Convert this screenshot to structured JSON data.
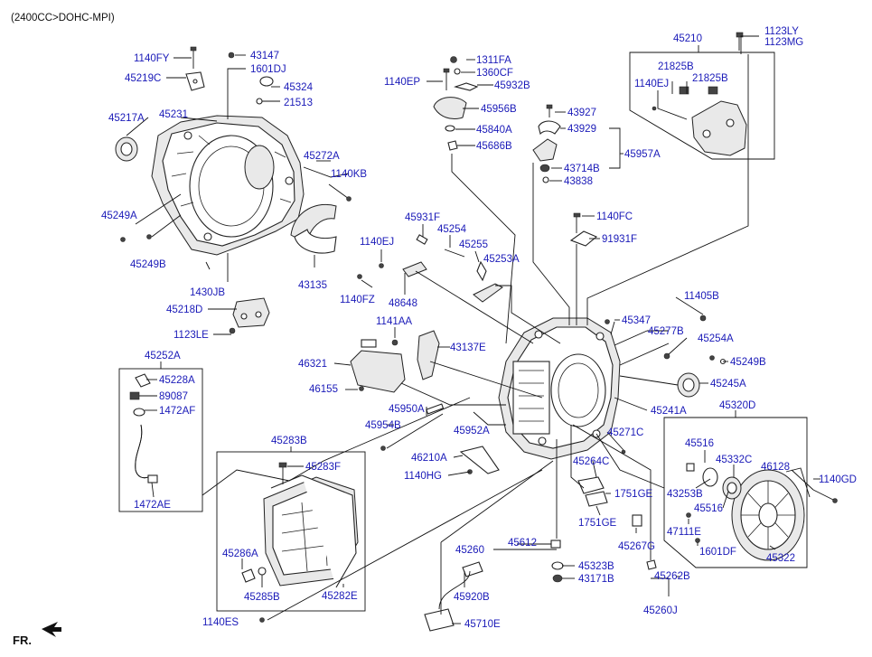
{
  "header": {
    "engine_spec": "(2400CC>DOHC-MPI)"
  },
  "footer": {
    "direction_label": "FR."
  },
  "labels": {
    "l45210": "45210",
    "l1123LY": "1123LY",
    "l1123MG": "1123MG",
    "l21825B_a": "21825B",
    "l21825B_b": "21825B",
    "l1140EJ_top": "1140EJ",
    "l1140FY": "1140FY",
    "l43147": "43147",
    "l1601DJ": "1601DJ",
    "l45219C": "45219C",
    "l45324": "45324",
    "l21513": "21513",
    "l45217A": "45217A",
    "l45231": "45231",
    "l45272A": "45272A",
    "l1140KB": "1140KB",
    "l45249A": "45249A",
    "l45249B_left": "45249B",
    "l1430JB": "1430JB",
    "l45218D": "45218D",
    "l1123LE": "1123LE",
    "l1311FA": "1311FA",
    "l1360CF": "1360CF",
    "l1140EP": "1140EP",
    "l45932B": "45932B",
    "l45956B": "45956B",
    "l45840A": "45840A",
    "l45686B": "45686B",
    "l43927": "43927",
    "l43929": "43929",
    "l45957A": "45957A",
    "l43714B": "43714B",
    "l43838": "43838",
    "l1140FC": "1140FC",
    "l91931F": "91931F",
    "l45931F": "45931F",
    "l45254": "45254",
    "l45255": "45255",
    "l45253A": "45253A",
    "l1140EJ_mid": "1140EJ",
    "l43135": "43135",
    "l1140FZ": "1140FZ",
    "l48648": "48648",
    "l11405B": "11405B",
    "l45347": "45347",
    "l45277B": "45277B",
    "l45254A": "45254A",
    "l45249B_right": "45249B",
    "l1141AA": "1141AA",
    "l43137E": "43137E",
    "l46321": "46321",
    "l46155": "46155",
    "l45245A": "45245A",
    "l45241A": "45241A",
    "l45252A": "45252A",
    "l45228A": "45228A",
    "l89087": "89087",
    "l1472AF": "1472AF",
    "l1472AE": "1472AE",
    "l45950A": "45950A",
    "l45954B": "45954B",
    "l45952A": "45952A",
    "l45271C": "45271C",
    "l45320D": "45320D",
    "l45283B": "45283B",
    "l45283F": "45283F",
    "l46210A": "46210A",
    "l1140HG": "1140HG",
    "l45264C": "45264C",
    "l45516_a": "45516",
    "l45332C": "45332C",
    "l46128": "46128",
    "l1140GD": "1140GD",
    "l43253B": "43253B",
    "l1751GE_a": "1751GE",
    "l1751GE_b": "1751GE",
    "l45516_b": "45516",
    "l47111E": "47111E",
    "l45267G": "45267G",
    "l1601DF": "1601DF",
    "l45322": "45322",
    "l45286A": "45286A",
    "l45260": "45260",
    "l45612": "45612",
    "l45323B": "45323B",
    "l43171B": "43171B",
    "l45262B": "45262B",
    "l45285B": "45285B",
    "l45282E": "45282E",
    "l45920B": "45920B",
    "l45260J": "45260J",
    "l1140ES": "1140ES",
    "l45710E": "45710E"
  }
}
